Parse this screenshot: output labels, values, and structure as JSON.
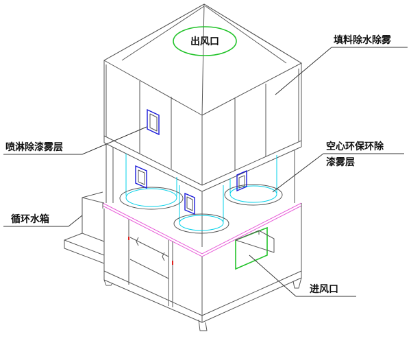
{
  "labels": {
    "outlet": "出风口",
    "packing_mist": "填料除水除雾",
    "spray_layer": "喷淋除漆雾层",
    "hollow_ring_line1": "空心环保环除",
    "hollow_ring_line2": "漆雾层",
    "circulating_tank": "循环水箱",
    "inlet": "进风口"
  },
  "colors": {
    "line": "#555555",
    "cylinder": "#00d0e8",
    "outlet_ring": "#22c32a",
    "flange": "#e85cd8",
    "window": "#1a1ad8",
    "marker": "#e0201c"
  }
}
